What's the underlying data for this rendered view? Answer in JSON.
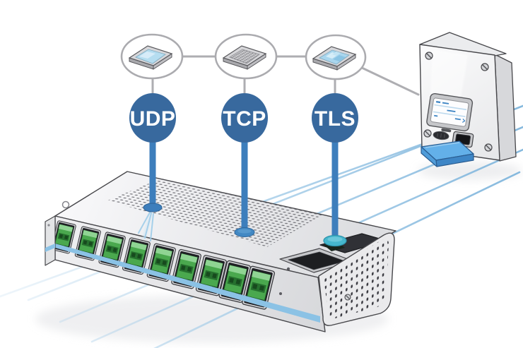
{
  "diagram": {
    "protocols": [
      {
        "id": "udp",
        "label": "UDP"
      },
      {
        "id": "tcp",
        "label": "TCP"
      },
      {
        "id": "tls",
        "label": "TLS"
      }
    ],
    "colors": {
      "badge_blue": "#38699e",
      "connection_blue": "#3d7ebc",
      "tls_landing_teal": "#46b7cd",
      "beam_light_blue": "#8fc0e2",
      "circle_outline_gray": "#ababaf",
      "port_green": "#4aa84e",
      "accent_stripe_blue": "#8bc2e5",
      "memory_card_blue": "#63b0e9"
    }
  }
}
